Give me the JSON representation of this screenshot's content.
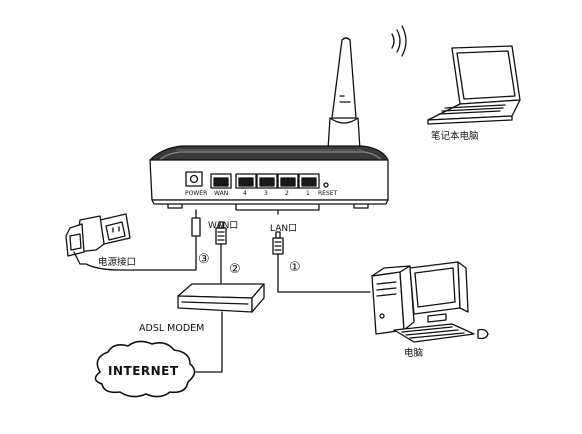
{
  "labels": {
    "laptop": "笔记本电脑",
    "desktop": "电脑",
    "power_port": "电源接口",
    "modem": "ADSL MODEM",
    "internet": "INTERNET",
    "wan_port": "WAN口",
    "lan_port": "LAN口",
    "router_power_port": "POWER",
    "router_wan_small": "WAN",
    "router_reset": "RESET",
    "lan_numbers": [
      "4",
      "3",
      "2",
      "1"
    ]
  },
  "steps": [
    "①",
    "②",
    "③"
  ],
  "colors": {
    "line": "#111111",
    "router_top": "#3a3a3a",
    "fill": "#ffffff"
  }
}
